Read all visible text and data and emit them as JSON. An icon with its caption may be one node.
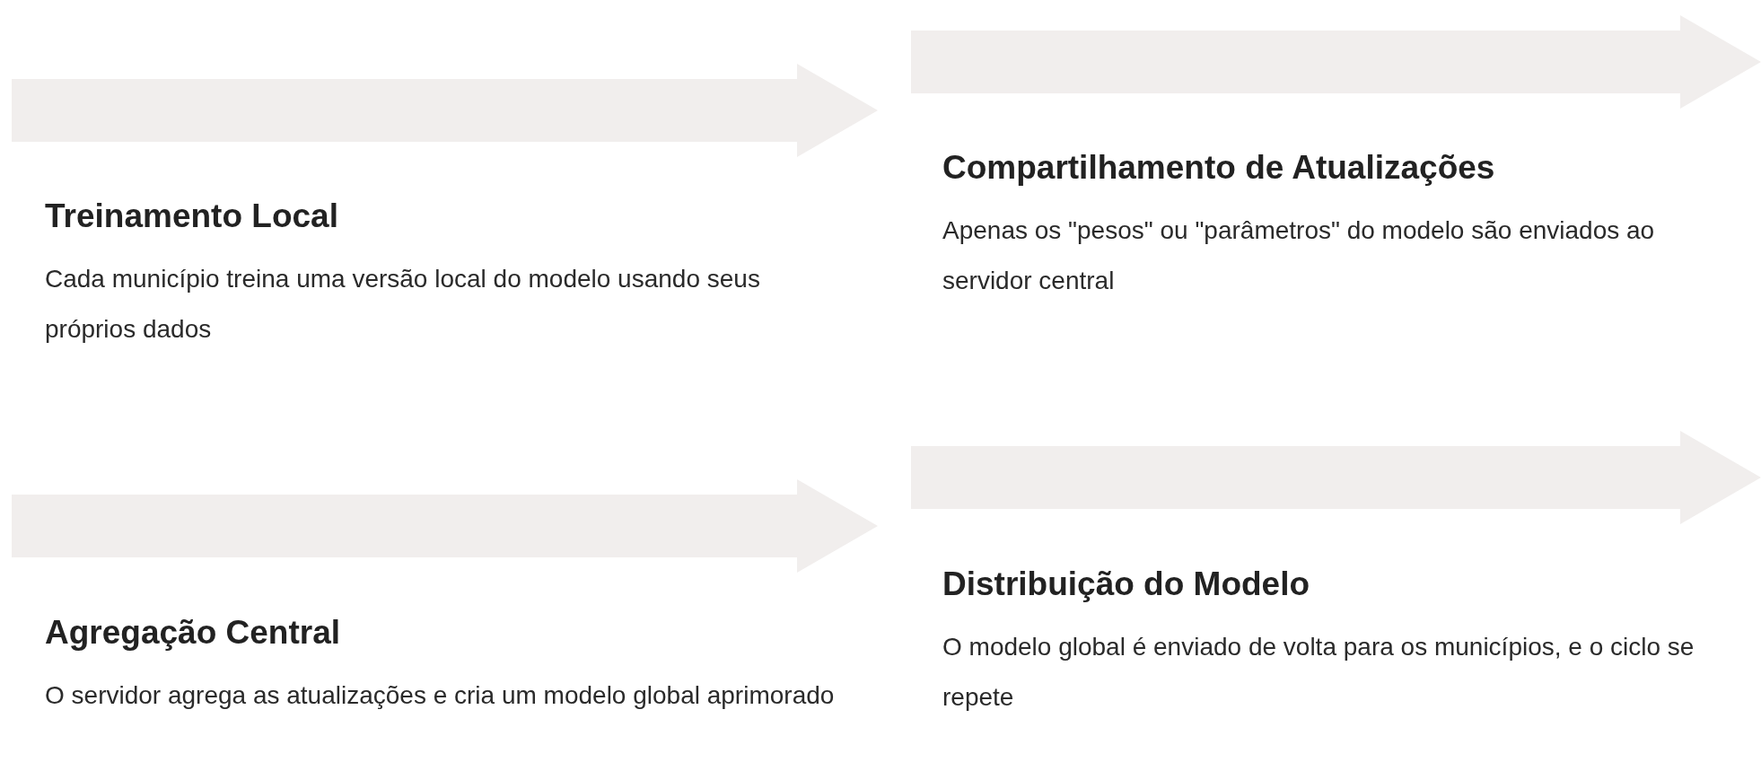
{
  "diagram": {
    "nodes": [
      {
        "text": [
          "Treinamento Local",
          "Cada município treina uma versão local do modelo usando seus próprios dados"
        ]
      },
      {
        "text": [
          "Compartilhamento de Atualizações",
          "Apenas os \"pesos\" ou \"parâmetros\" do modelo são enviados ao servidor central"
        ]
      },
      {
        "text": [
          "Agregação Central",
          "O servidor agrega as atualizações e cria um modelo global aprimorado"
        ]
      },
      {
        "text": [
          "Distribuição do Modelo",
          "O modelo global é enviado de volta para os municípios, e o ciclo se repete"
        ]
      }
    ]
  }
}
